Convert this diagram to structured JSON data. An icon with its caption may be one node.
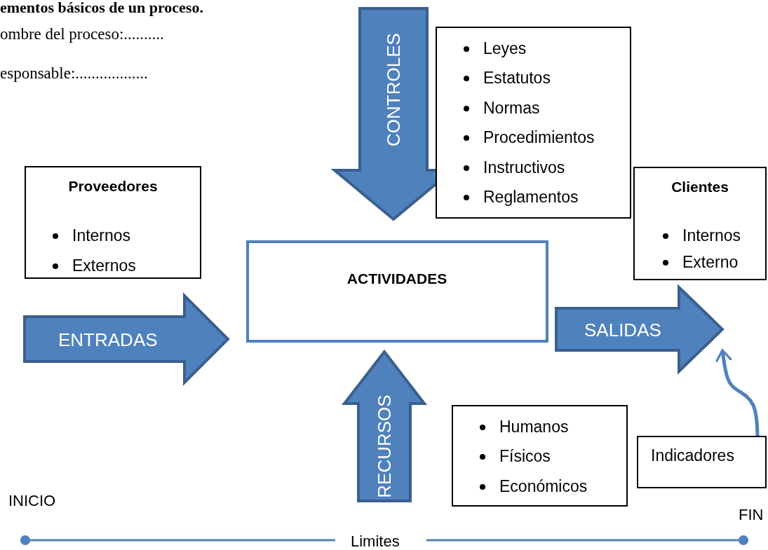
{
  "diagram": {
    "nodes": [
      {
        "text": [
          "Proveedores",
          "Internos",
          "Externos"
        ]
      },
      {
        "text": [
          "Leyes",
          "Estatutos",
          "Normas",
          "Procedimientos",
          "Instructivos",
          "Reglamentos"
        ]
      },
      {
        "text": [
          "ACTIVIDADES"
        ]
      },
      {
        "text": [
          "Clientes",
          "Internos",
          "Externo"
        ]
      },
      {
        "text": [
          "Humanos",
          "Físicos",
          "Económicos"
        ]
      },
      {
        "text": [
          "Indicadores"
        ]
      }
    ],
    "edges": [
      {
        "from": 0,
        "to": 2,
        "arrow": "to",
        "label": "ENTRADAS",
        "style": "thick"
      },
      {
        "from": 1,
        "to": 2,
        "arrow": "to",
        "label": "CONTROLES",
        "style": "thick"
      },
      {
        "from": 2,
        "to": 3,
        "arrow": "to",
        "label": "SALIDAS",
        "style": "thick"
      },
      {
        "from": 4,
        "to": 2,
        "arrow": "to",
        "label": "RECURSOS",
        "style": "thick"
      },
      {
        "from": 5,
        "to": null,
        "arrow": "to"
      }
    ],
    "labels": [
      "ementos básicos de un proceso.",
      "ombre del proceso:..........",
      "esponsable:..................",
      "INICIO",
      "FIN",
      "Limites"
    ]
  }
}
